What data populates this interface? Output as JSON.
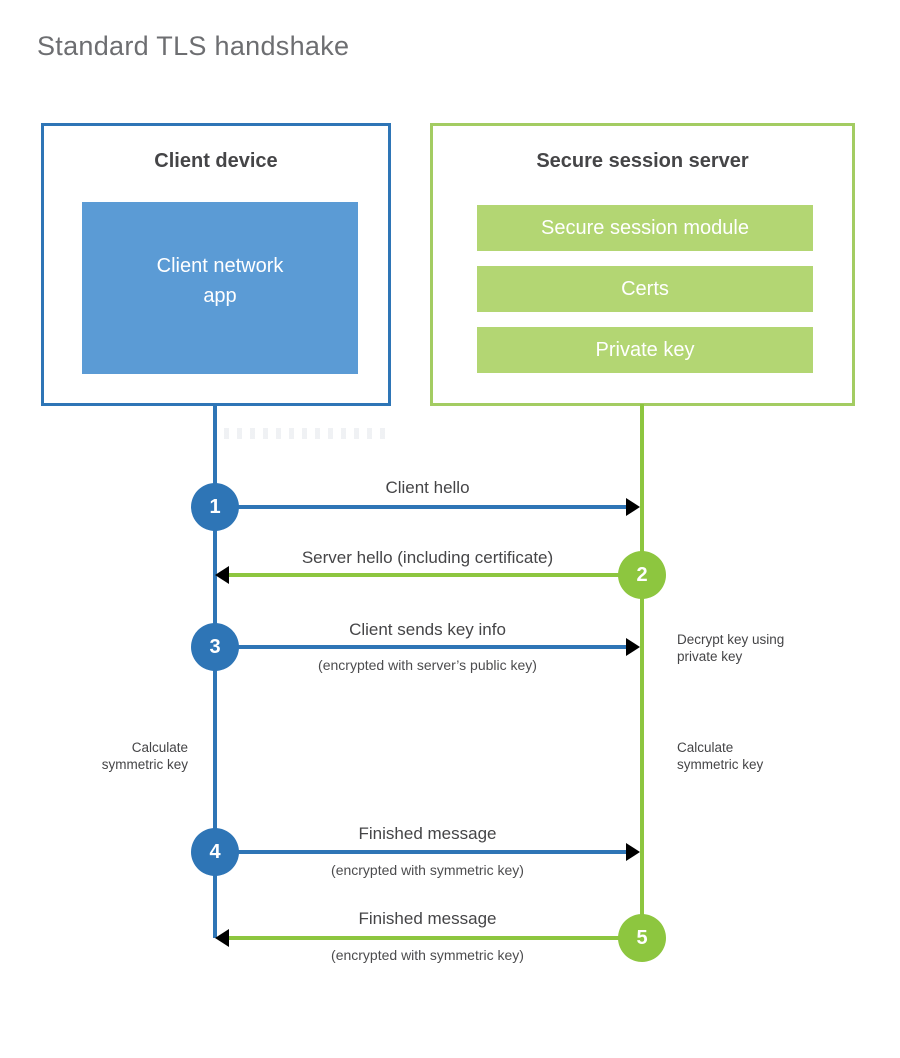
{
  "title": "Standard TLS handshake",
  "colors": {
    "blue": "#2e75b6",
    "blue_light": "#5b9bd5",
    "green": "#8dc63f",
    "green_border": "#a3cc62",
    "green_light": "#b3d673",
    "text_dark": "#454547",
    "text_sub": "#4c4c4e",
    "text_title": "#6d6e71"
  },
  "client_box": {
    "title": "Client device",
    "app_label": "Client network app"
  },
  "server_box": {
    "title": "Secure session server",
    "modules": [
      "Secure session module",
      "Certs",
      "Private key"
    ]
  },
  "steps": [
    {
      "number": "1",
      "label": "Client hello",
      "sublabel": "",
      "direction": "client-to-server"
    },
    {
      "number": "2",
      "label": "Server hello (including certificate)",
      "sublabel": "",
      "direction": "server-to-client"
    },
    {
      "number": "3",
      "label": "Client sends key info",
      "sublabel": "(encrypted with server’s public key)",
      "direction": "client-to-server"
    },
    {
      "number": "4",
      "label": "Finished message",
      "sublabel": "(encrypted with symmetric key)",
      "direction": "client-to-server"
    },
    {
      "number": "5",
      "label": "Finished message",
      "sublabel": "(encrypted with symmetric key)",
      "direction": "server-to-client"
    }
  ],
  "annotations": {
    "decrypt_key": "Decrypt key using\nprivate key",
    "calculate_left": "Calculate\nsymmetric key",
    "calculate_right": "Calculate\nsymmetric key"
  }
}
